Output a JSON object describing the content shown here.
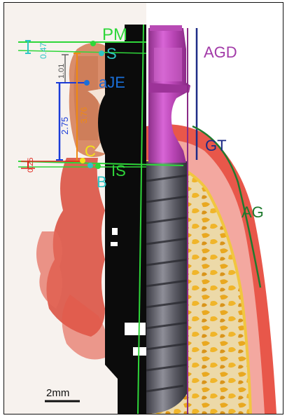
{
  "figure": {
    "labels": {
      "PM": "PM",
      "S": "S",
      "aJE": "aJE",
      "C": "C",
      "IS": "IS",
      "B": "B",
      "AGD": "AGD",
      "GT": "GT",
      "AG": "AG"
    },
    "measurements": {
      "m047": "0.47",
      "m101": "1.01",
      "m275": "2.75",
      "m376": "3.76",
      "m025": "0.25"
    },
    "scale_bar": "2mm",
    "colors": {
      "green_label": "#2fd63a",
      "cyan_label": "#2ec5c5",
      "blue_label": "#1a6fd8",
      "yellow_label": "#f2e21a",
      "purple_label": "#a23aa8",
      "navy_label": "#1c2a86",
      "darkgreen_label": "#1f7a2e",
      "red_measure": "#e0251c",
      "orange_measure": "#f08a10",
      "abutment_pink": "#c64ec4",
      "gingiva_red": "#e8574a",
      "bone_yellow": "#f1c640",
      "bone_beige": "#ecd9a8"
    }
  }
}
